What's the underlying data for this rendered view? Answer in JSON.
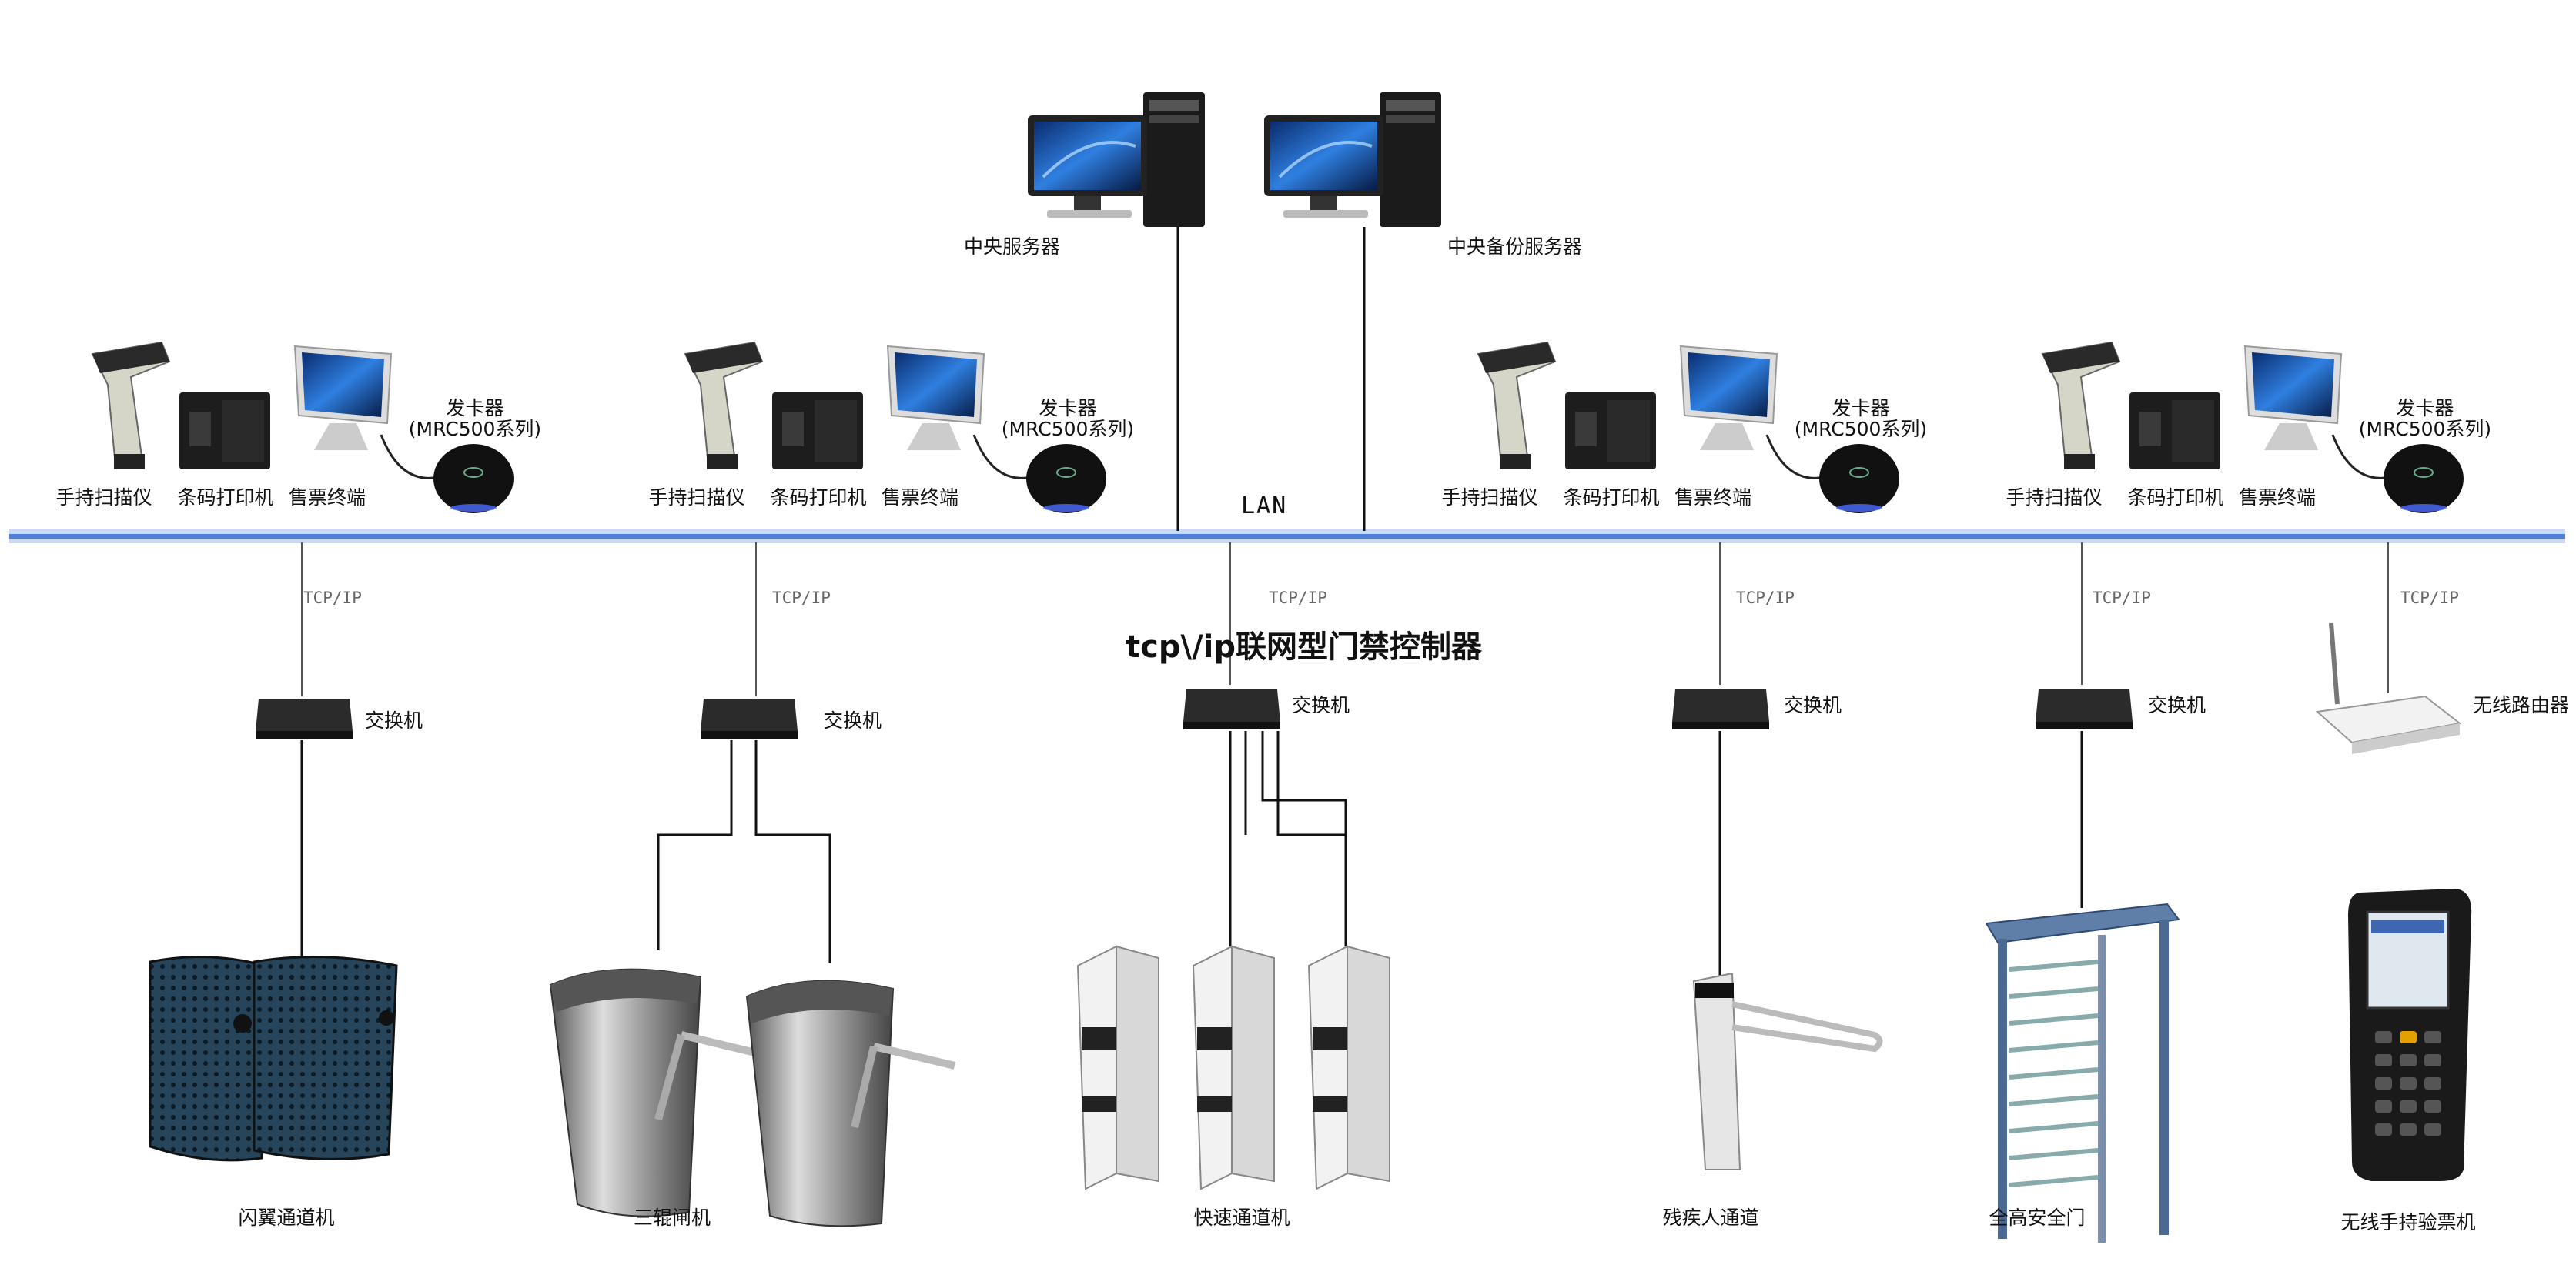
{
  "title": "tcp\\/ip联网型门禁控制器",
  "lan_label": "LAN",
  "tcp_label": "TCP/IP",
  "servers": [
    {
      "label": "中央服务器"
    },
    {
      "label": "中央备份服务器"
    }
  ],
  "ticket_groups": [
    {
      "scanner": "手持扫描仪",
      "printer": "条码打印机",
      "terminal": "售票终端",
      "card_issuer_line1": "发卡器",
      "card_issuer_line2": "(MRC500系列)"
    },
    {
      "scanner": "手持扫描仪",
      "printer": "条码打印机",
      "terminal": "售票终端",
      "card_issuer_line1": "发卡器",
      "card_issuer_line2": "(MRC500系列)"
    },
    {
      "scanner": "手持扫描仪",
      "printer": "条码打印机",
      "terminal": "售票终端",
      "card_issuer_line1": "发卡器",
      "card_issuer_line2": "(MRC500系列)"
    },
    {
      "scanner": "手持扫描仪",
      "printer": "条码打印机",
      "terminal": "售票终端",
      "card_issuer_line1": "发卡器",
      "card_issuer_line2": "(MRC500系列)"
    }
  ],
  "switch_label": "交换机",
  "router_label": "无线路由器",
  "endpoints": [
    {
      "label": "闪翼通道机"
    },
    {
      "label": "三辊闸机"
    },
    {
      "label": "快速通道机"
    },
    {
      "label": "残疾人通道"
    },
    {
      "label": "全高安全门"
    },
    {
      "label": "无线手持验票机"
    }
  ],
  "colors": {
    "lan_bus": "#8fb0e6",
    "lan_bus_core": "#3d6fcf",
    "wire": "#111111"
  }
}
